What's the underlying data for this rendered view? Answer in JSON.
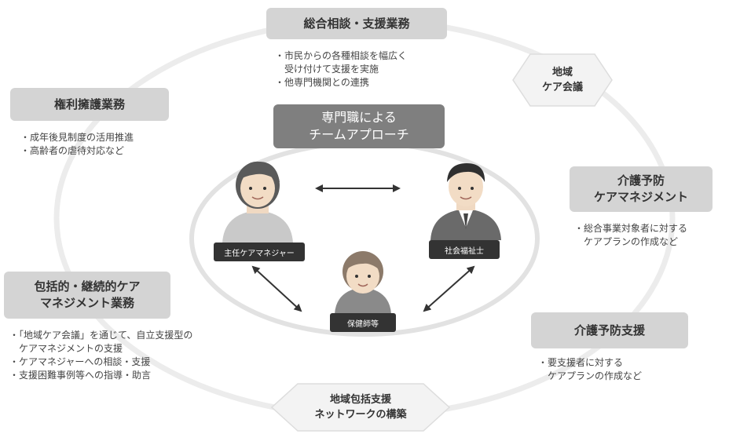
{
  "center": {
    "title": "専門職による\nチームアプローチ",
    "roles": [
      "主任ケアマネジャー",
      "社会福祉士",
      "保健師等"
    ]
  },
  "tasks": [
    {
      "title": "総合相談・支援業務",
      "bullets": [
        "・市民からの各種相談を幅広く",
        "　受け付けて支援を実施",
        "・他専門機関との連携"
      ]
    },
    {
      "title": "権利擁護業務",
      "bullets": [
        "・成年後見制度の活用推進",
        "・高齢者の虐待対応など"
      ]
    },
    {
      "title": "介護予防\nケアマネジメント",
      "bullets": [
        "・総合事業対象者に対する",
        "　ケアプランの作成など"
      ]
    },
    {
      "title": "包括的・継続的ケア\nマネジメント業務",
      "bullets": [
        "・「地域ケア会議」を通じて、自立支援型の",
        "　ケアマネジメントの支援",
        "・ケアマネジャーへの相談・支援",
        "・支援困難事例等への指導・助言"
      ]
    },
    {
      "title": "介護予防支援",
      "bullets": [
        "・要支援者に対する",
        "　ケアプランの作成など"
      ]
    }
  ],
  "hexagons": [
    {
      "label": "地域\nケア会議"
    },
    {
      "label": "地域包括支援\nネットワークの構築"
    }
  ]
}
